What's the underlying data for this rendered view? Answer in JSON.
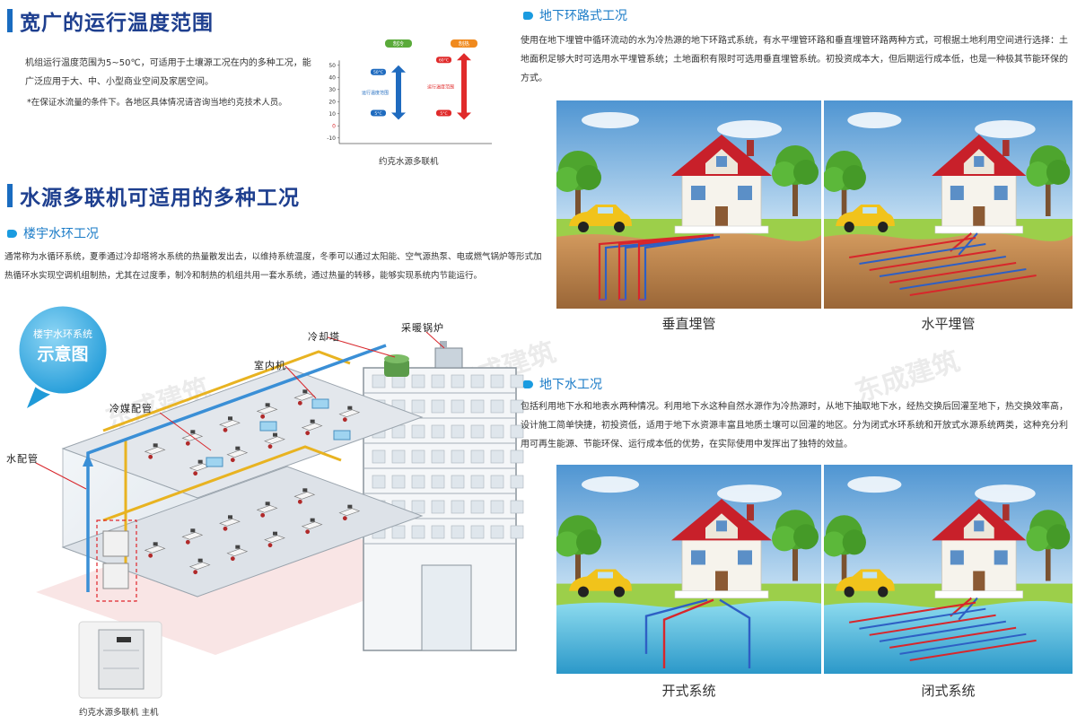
{
  "watermark": "东成建筑",
  "colors": {
    "heading": "#1e3f8f",
    "accent": "#1a7bc7",
    "cooling": "#1f6bbf",
    "heating": "#e02b2b"
  },
  "sections": {
    "temp_range": {
      "heading": "宽广的运行温度范围",
      "body": "机组运行温度范围为5~50℃，可适用于土壤源工况在内的多种工况，能广泛应用于大、中、小型商业空间及家居空间。",
      "note": "*在保证水流量的条件下。各地区具体情况请咨询当地约克技术人员。",
      "caption": "约克水源多联机"
    },
    "conditions": {
      "heading": "水源多联机可适用的多种工况"
    },
    "building_loop": {
      "subheading": "楼宇水环工况",
      "body": "通常称为水循环系统，夏季通过冷却塔将水系统的热量散发出去，以维持系统温度，冬季可以通过太阳能、空气源热泵、电或燃气锅炉等形式加热循环水实现空调机组制热，尤其在过度季，制冷和制热的机组共用一套水系统，通过热量的转移，能够实现系统内节能运行。",
      "bubble_line1": "楼宇水环系统",
      "bubble_line2": "示意图",
      "labels": {
        "cooling_tower": "冷却塔",
        "boiler": "采暖锅炉",
        "indoor_unit": "室内机",
        "refrigerant_pipe": "冷媒配管",
        "water_pipe": "水配管"
      },
      "unit_caption": "约克水源多联机 主机"
    },
    "ground_loop": {
      "subheading": "地下环路式工况",
      "body": "使用在地下埋管中循环流动的水为冷热源的地下环路式系统，有水平埋管环路和垂直埋管环路两种方式，可根据土地利用空间进行选择：土地面积足够大时可选用水平埋管系统；土地面积有限时可选用垂直埋管系统。初投资成本大，但后期运行成本低，也是一种极其节能环保的方式。",
      "captions": [
        "垂直埋管",
        "水平埋管"
      ]
    },
    "groundwater": {
      "subheading": "地下水工况",
      "body": "包括利用地下水和地表水两种情况。利用地下水这种自然水源作为冷热源时，从地下抽取地下水，经热交换后回灌至地下，热交换效率高，设计施工简单快捷，初投资低，适用于地下水资源丰富且地质土壤可以回灌的地区。分为闭式水环系统和开放式水源系统两类，这种充分利用可再生能源、节能环保、运行成本低的优势，在实际使用中发挥出了独特的效益。",
      "captions": [
        "开式系统",
        "闭式系统"
      ]
    }
  },
  "chart_data": {
    "type": "bar",
    "categories": [
      "制冷",
      "制热"
    ],
    "header_colors": [
      "#5aaa3a",
      "#f08a1e"
    ],
    "yticks": [
      50,
      40,
      30,
      20,
      10,
      0,
      -10
    ],
    "ranges": [
      {
        "label": "运行温度范围",
        "min": 5,
        "max": 50,
        "min_label": "5°C",
        "max_label": "50°C",
        "color": "#1f6bbf"
      },
      {
        "label": "运行温度范围",
        "min": 5,
        "max": 60,
        "min_label": "5°C",
        "max_label": "60°C",
        "color": "#e02b2b"
      }
    ],
    "title": "",
    "xlabel": "",
    "ylabel": "",
    "grid": false
  }
}
